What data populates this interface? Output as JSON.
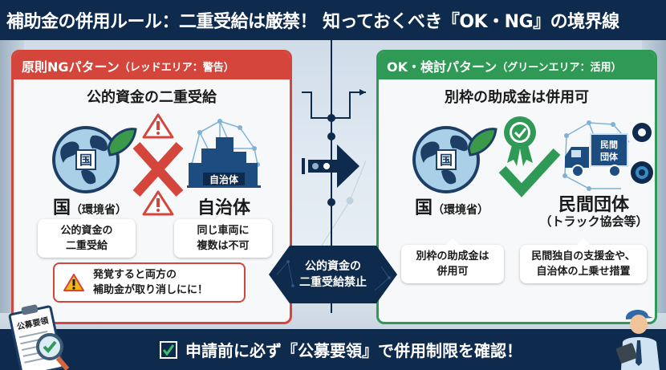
{
  "title": "補助金の併用ルール：二重受給は厳禁！ 知っておくべき『OK・NG』の境界線",
  "colors": {
    "navy": "#0e2a4d",
    "ng_red": "#d4453c",
    "ok_green": "#2f9a55",
    "panel_bg": "#f7f8f9"
  },
  "ng_panel": {
    "header_main": "原則NGパターン",
    "header_sub": "（レッドエリア：警告）",
    "subtitle": "公的資金の二重受給",
    "left_entity": {
      "name": "国",
      "paren": "（環境省）",
      "icon": "globe-leaf-icon",
      "icon_label": "国",
      "bubble": [
        "公的資金の",
        "二重受給"
      ]
    },
    "right_entity": {
      "name": "自治体",
      "icon": "city-buildings-icon",
      "icon_label": "自治体",
      "bubble": [
        "同じ車両に",
        "複数は不可"
      ]
    },
    "middle_icons": [
      "warning-triangle-icon",
      "red-x-icon",
      "warning-triangle-icon"
    ],
    "warning": [
      "発覚すると両方の",
      "補助金が取り消しにに！"
    ]
  },
  "ok_panel": {
    "header_main": "OK・検討パターン",
    "header_sub": "（グリーンエリア：活用）",
    "subtitle": "別枠の助成金は併用可",
    "left_entity": {
      "name": "国",
      "paren": "（環境省）",
      "icon": "globe-leaf-icon",
      "icon_label": "国",
      "bubble": [
        "別枠の助成金は",
        "併用可"
      ]
    },
    "right_entity": {
      "name": "民間団体",
      "sub": "（トラック協会等）",
      "icon": "truck-gears-icon",
      "icon_label_1": "民間",
      "icon_label_2": "団体",
      "bubble": [
        "民間独自の支援金や、",
        "自治体の上乗せ措置"
      ]
    },
    "middle_icons": [
      "award-badge-icon",
      "green-check-icon"
    ]
  },
  "center": {
    "badge": [
      "公的資金の",
      "二重受給禁止"
    ],
    "icon": "arrow-right-icon"
  },
  "footer": {
    "text": "申請前に必ず『公募要領』で併用制限を確認！",
    "clipboard_label": "公募要領"
  }
}
